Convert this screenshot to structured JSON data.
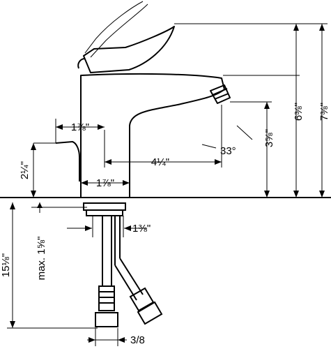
{
  "dimensions": {
    "total_height": "7⅜\"",
    "spout_height": "6⅜\"",
    "aerator_height": "3⅝\"",
    "spout_angle": "33°",
    "spout_reach": "4¼\"",
    "lever_offset": "1⅞\"",
    "base_width": "1⅞\"",
    "lever_height": "2¼\"",
    "below_deck_total": "15⅛\"",
    "max_deck_thickness": "max. 1⅝\"",
    "shank_diameter": "1⅜\"",
    "connection_size": "3/8"
  }
}
